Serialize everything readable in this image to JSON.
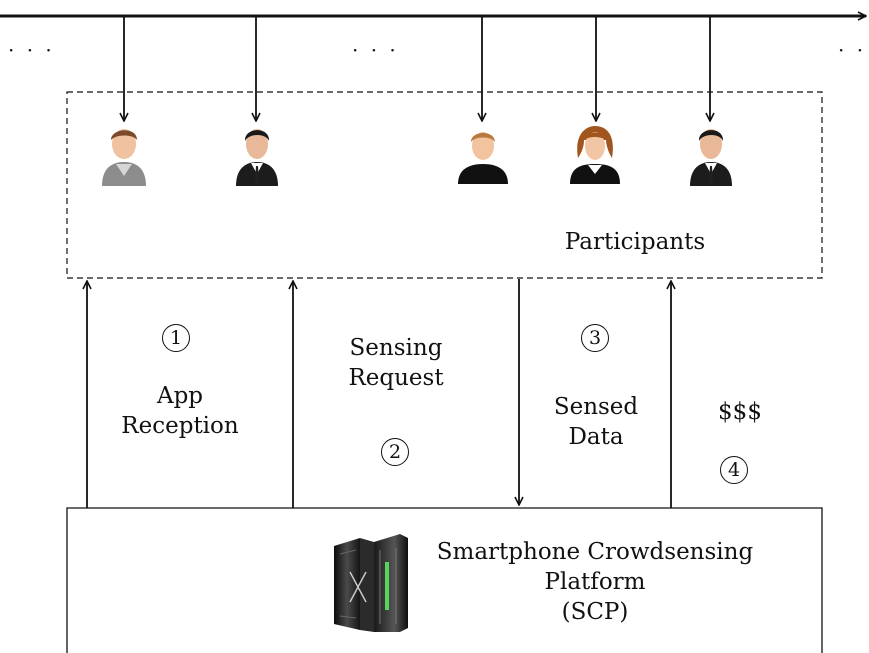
{
  "timeline": {
    "dots": "· · ·"
  },
  "participants": {
    "label": "Participants"
  },
  "steps": [
    {
      "num": "1",
      "label_line1": "App",
      "label_line2": "Reception"
    },
    {
      "num": "2",
      "label_line1": "Sensing",
      "label_line2": "Request"
    },
    {
      "num": "3",
      "label_line1": "Sensed",
      "label_line2": "Data"
    },
    {
      "num": "4",
      "label_line1": "$$$",
      "label_line2": ""
    }
  ],
  "platform": {
    "line1": "Smartphone Crowdsensing",
    "line2": "Platform",
    "line3": "(SCP)"
  },
  "avatars": [
    {
      "icon": "man-casual-avatar-icon"
    },
    {
      "icon": "businessman-avatar-icon"
    },
    {
      "icon": "man-silhouette-avatar-icon"
    },
    {
      "icon": "woman-avatar-icon"
    },
    {
      "icon": "businessman-avatar-icon"
    }
  ],
  "colors": {
    "line": "#111111",
    "server": "#2a2a2a",
    "server_accent": "#5ad35a"
  }
}
